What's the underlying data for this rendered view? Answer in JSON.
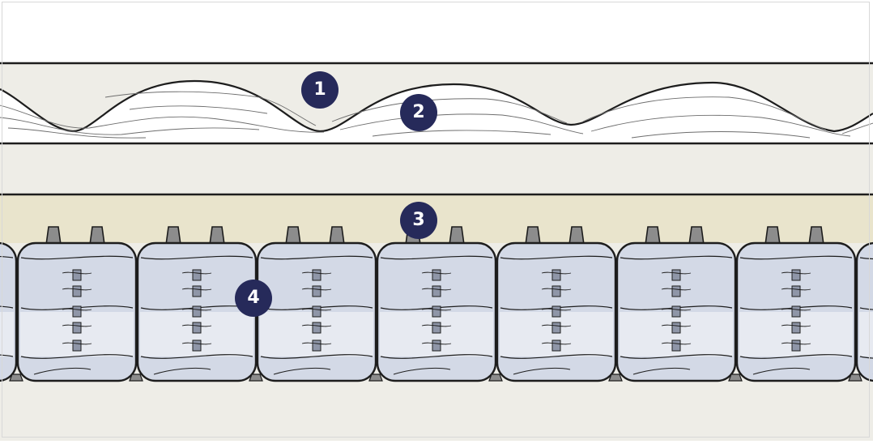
{
  "diagram": {
    "layers": [
      {
        "marker": "1"
      },
      {
        "marker": "2"
      },
      {
        "marker": "3"
      },
      {
        "marker": "4"
      }
    ],
    "colors": {
      "background": "#ffffff",
      "band": "#eeede7",
      "foam": "#e9e4cc",
      "pocket": "#d3d9e6",
      "pocket_light": "#e7eaf1",
      "pocket_shade": "#c2c9d9",
      "outline": "#1d1d1d",
      "marker": "#262a5a"
    }
  }
}
